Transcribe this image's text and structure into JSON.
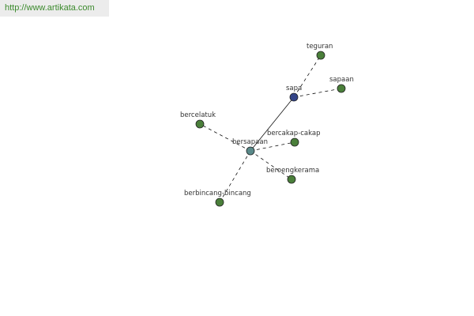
{
  "banner": {
    "url_text": "http://www.artikata.com",
    "text_color": "#3b8a2c"
  },
  "colors": {
    "center_node": "#5a8a8a",
    "hub_node": "#334488",
    "leaf_node": "#4a7f3a",
    "node_stroke": "#222222",
    "edge": "#111111"
  },
  "nodes": [
    {
      "id": "bersapaan",
      "label": "bersapaan",
      "role": "center"
    },
    {
      "id": "sapa",
      "label": "sapa",
      "role": "hub"
    },
    {
      "id": "teguran",
      "label": "teguran",
      "role": "leaf"
    },
    {
      "id": "sapaan",
      "label": "sapaan",
      "role": "leaf"
    },
    {
      "id": "bercelatuk",
      "label": "bercelatuk",
      "role": "leaf"
    },
    {
      "id": "bercakap-cakap",
      "label": "bercakap-cakap",
      "role": "leaf"
    },
    {
      "id": "beroengkerama",
      "label": "beroengkerama",
      "role": "leaf"
    },
    {
      "id": "berbincang-bincang",
      "label": "berbincang-bincang",
      "role": "leaf"
    }
  ],
  "edges": [
    {
      "from": "bersapaan",
      "to": "sapa",
      "style": "solid"
    },
    {
      "from": "sapa",
      "to": "teguran",
      "style": "dashed"
    },
    {
      "from": "sapa",
      "to": "sapaan",
      "style": "dashed"
    },
    {
      "from": "bersapaan",
      "to": "bercelatuk",
      "style": "dashed"
    },
    {
      "from": "bersapaan",
      "to": "bercakap-cakap",
      "style": "dashed"
    },
    {
      "from": "bersapaan",
      "to": "beroengkerama",
      "style": "dashed"
    },
    {
      "from": "bersapaan",
      "to": "berbincang-bincang",
      "style": "dashed"
    }
  ]
}
